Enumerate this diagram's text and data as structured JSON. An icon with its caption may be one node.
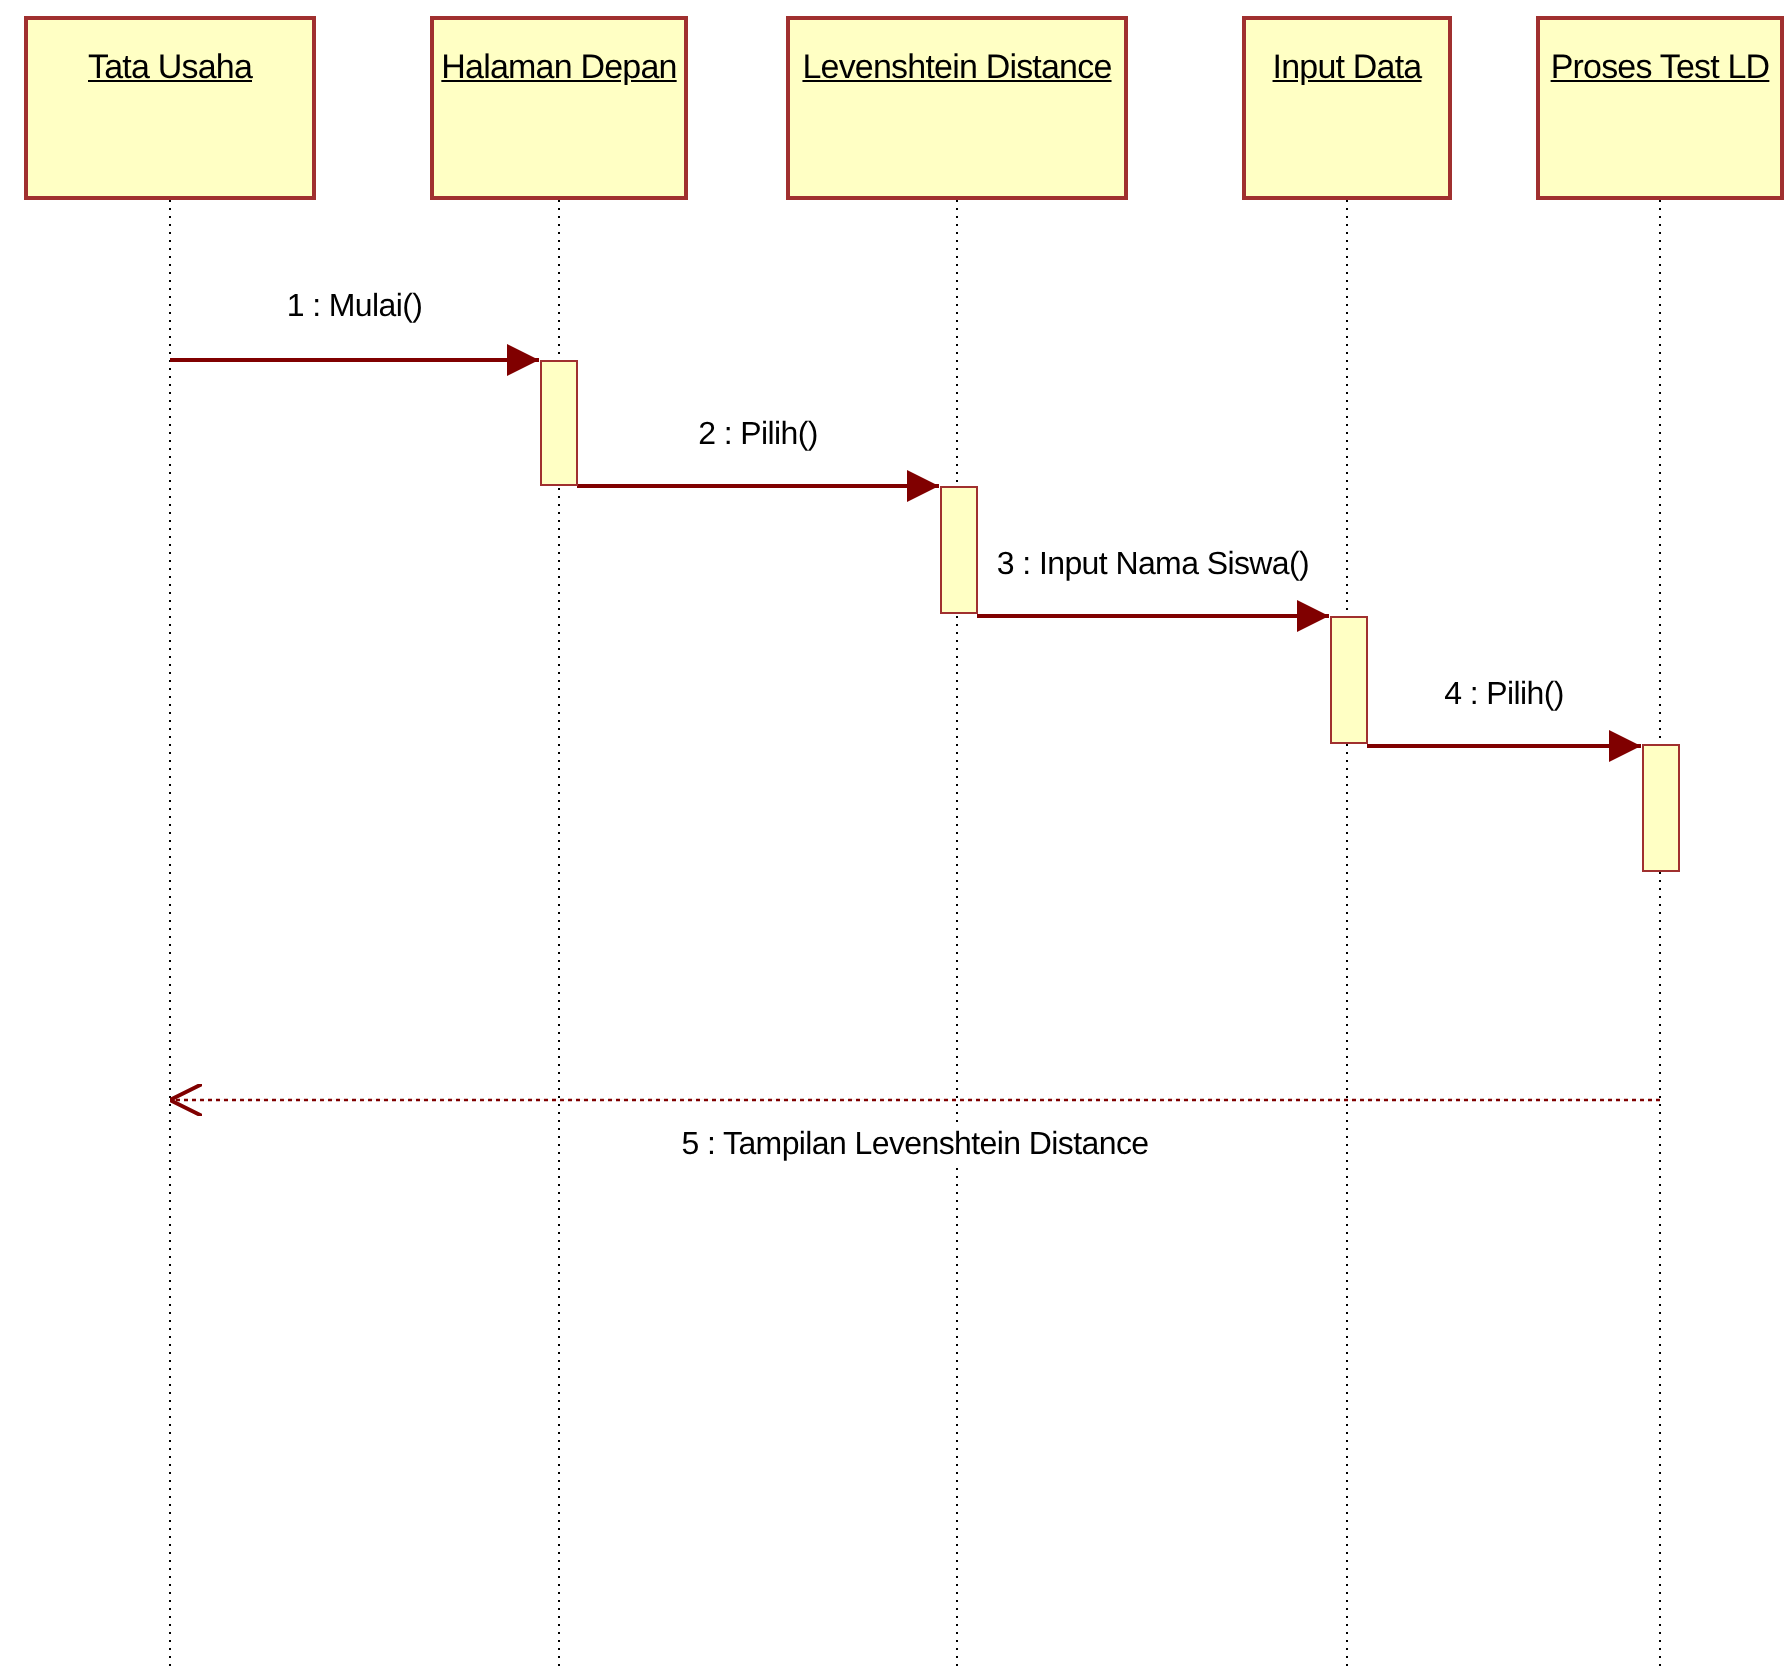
{
  "diagram": {
    "nodes": [
      {
        "text": [
          "Tata Usaha"
        ]
      },
      {
        "text": [
          "Halaman Depan"
        ]
      },
      {
        "text": [
          "Levenshtein Distance"
        ]
      },
      {
        "text": [
          "Input Data"
        ]
      },
      {
        "text": [
          "Proses Test LD"
        ]
      },
      {
        "text": [],
        "shape": "line"
      },
      {
        "text": [],
        "shape": "line"
      },
      {
        "text": [],
        "shape": "bar"
      },
      {
        "text": [],
        "shape": "bar"
      },
      {
        "text": [],
        "shape": "bar"
      },
      {
        "text": [],
        "shape": "bar"
      }
    ],
    "edges": [
      {
        "from": 5,
        "to": 7,
        "arrow": "to",
        "label": "1 : Mulai()"
      },
      {
        "from": 7,
        "to": 8,
        "arrow": "to",
        "label": "2 : Pilih()"
      },
      {
        "from": 8,
        "to": 9,
        "arrow": "to",
        "label": "3 : Input Nama Siswa()"
      },
      {
        "from": 9,
        "to": 10,
        "arrow": "to",
        "label": "4 : Pilih()"
      },
      {
        "from": 6,
        "to": 5,
        "arrow": "to",
        "label": "5 : Tampilan Levenshtein Distance",
        "style": "dashed"
      }
    ]
  }
}
